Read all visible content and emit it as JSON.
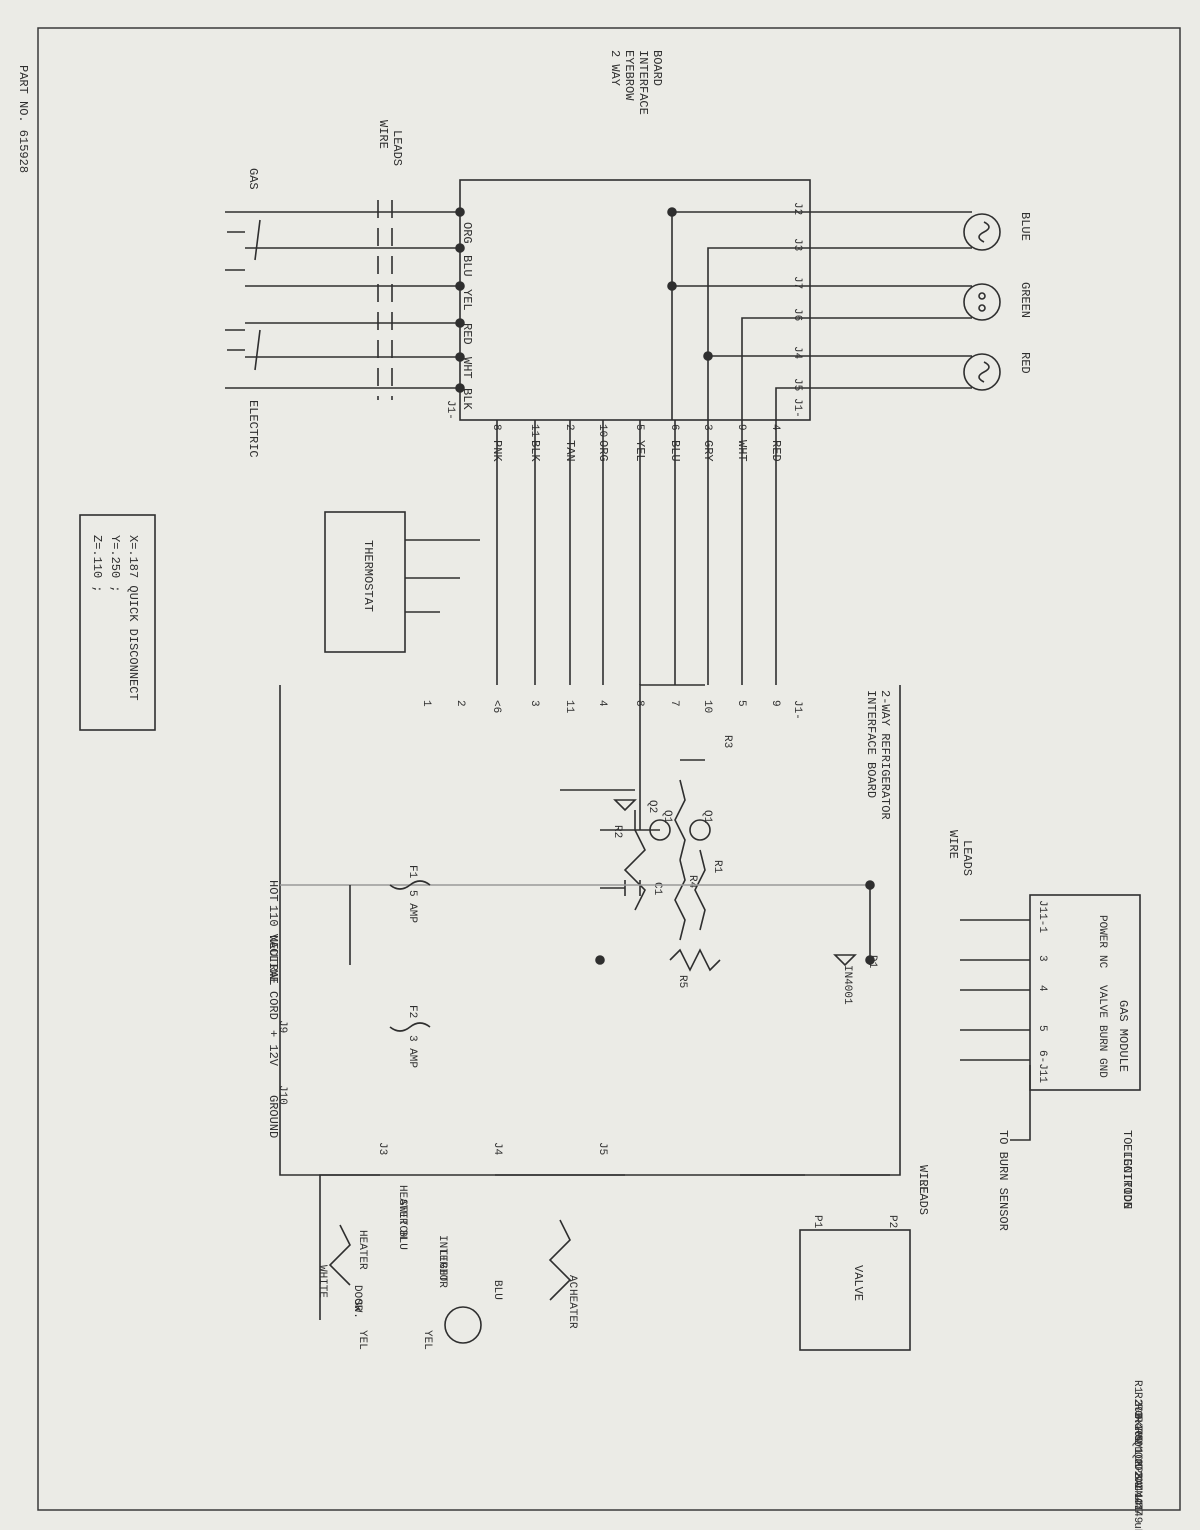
{
  "part_number": "PART NO. 615928",
  "eyebrow_board": {
    "title": [
      "2 WAY",
      "EYEBROW",
      "INTERFACE",
      "BOARD"
    ],
    "lamps": [
      {
        "label": "BLUE",
        "jacks": [
          "J2",
          "J3"
        ]
      },
      {
        "label": "GREEN",
        "jacks": [
          "J7",
          "J6"
        ]
      },
      {
        "label": "RED",
        "jacks": [
          "J4",
          "J5"
        ]
      }
    ],
    "jack_labels": [
      "J2",
      "J3",
      "J7",
      "J6",
      "J4",
      "J5"
    ],
    "j1_label_right": "J1-",
    "j1_label_left": "J1-",
    "left_wire_colors": [
      "ORG",
      "BLU",
      "YEL",
      "RED",
      "WHT",
      "BLK"
    ],
    "pin_numbers": [
      "8",
      "11",
      "2",
      "10",
      "5",
      "6",
      "3",
      "9",
      "4"
    ],
    "wire_colors": [
      "PNK",
      "BLK",
      "TAN",
      "ORG",
      "YEL",
      "BLU",
      "GRY",
      "WHT",
      "RED"
    ]
  },
  "selector": {
    "wire_leads": [
      "WIRE",
      "LEADS"
    ],
    "gas_label": "GAS",
    "electric_label": "ELECTRIC"
  },
  "thermostat": "THERMOSTAT",
  "legend": [
    "X=.187 QUICK DISCONNECT",
    "Y=.250      ;",
    "Z=.110      ;"
  ],
  "fridge_board": {
    "title": [
      "2-WAY REFRIGERATOR",
      "INTERFACE BOARD"
    ],
    "j1_label": "J1-",
    "pins": [
      "1",
      "2",
      "<6",
      "3",
      "11",
      "4",
      "8",
      "7",
      "10",
      "5",
      "9"
    ],
    "components": [
      "R1",
      "R2",
      "R3",
      "R4",
      "R5",
      "Q1",
      "Q2",
      "D2",
      "C1",
      "D1"
    ],
    "d1_part": "IN4001"
  },
  "gas_module": {
    "title": "GAS MODULE",
    "terminals": [
      "POWER",
      "NC",
      "VALVE",
      "BURN",
      "GND"
    ],
    "pins": [
      "J11-1",
      "3",
      "4",
      "5",
      "6-J11"
    ],
    "to_ignition": [
      "TO IGNITION",
      "ELECTRODE"
    ],
    "to_burn_sensor": "TO BURN SENSOR",
    "wire_leads": [
      "WIRE",
      "LEADS"
    ]
  },
  "line_cord": {
    "hot": "HOT",
    "neutral": "NEUTRAL",
    "voltage": "110 VAC",
    "label": "LINE CORD",
    "plus12": "+ 12V",
    "ground": "GROUND"
  },
  "fuses": [
    {
      "id": "F1",
      "rating": "5 AMP"
    },
    {
      "id": "F2",
      "rating": "3 AMP"
    }
  ],
  "connectors": [
    "J9",
    "J10",
    "J3",
    "J4",
    "J5"
  ],
  "loads": {
    "heater_switch": [
      "HEATER",
      "SWITCH"
    ],
    "heater": "HEATER",
    "white": "WHITE",
    "blu": "BLU",
    "door_sw": [
      "DOOR",
      "SW."
    ],
    "interior_light": [
      "INTERIOR",
      "LIGHT"
    ],
    "yel": "YEL",
    "ac_heater": [
      "AC",
      "HEATER"
    ]
  },
  "valve": {
    "label": "VALVE",
    "p1": "P1",
    "p2": "P2",
    "wire_leads": [
      "WIRE",
      "LEADS"
    ]
  },
  "parts_list": [
    "R1  390K",
    "R2  2.7M",
    "R3  10Ω",
    "R4  1M",
    "R5  10K",
    "Q1  MPSA 14",
    "Q2  2N4401",
    "D2  IN4749",
    "C1  .47 uF"
  ],
  "colors": {
    "ink": "#2f2f2f",
    "paper": "#ebebe6"
  }
}
